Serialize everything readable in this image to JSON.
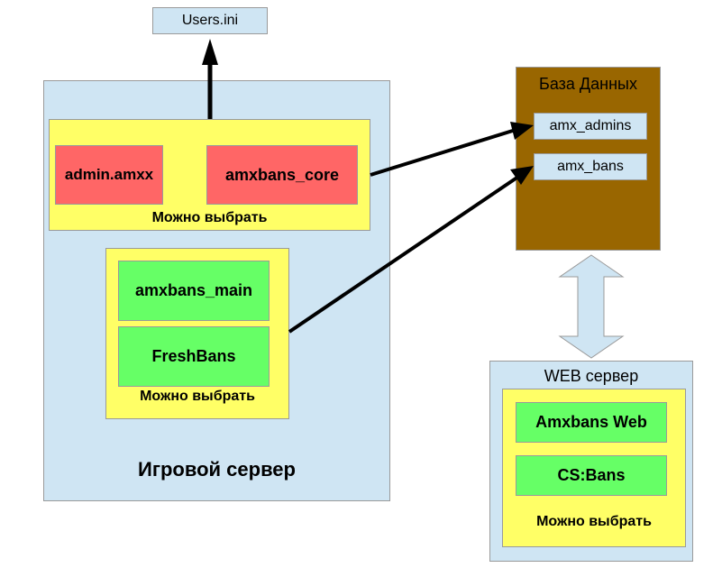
{
  "diagram": {
    "users_ini": "Users.ini",
    "game_server": {
      "title": "Игровой сервер",
      "group1": {
        "items": [
          "admin.amxx",
          "amxbans_core"
        ],
        "caption": "Можно выбрать"
      },
      "group2": {
        "items": [
          "amxbans_main",
          "FreshBans"
        ],
        "caption": "Можно выбрать"
      }
    },
    "database": {
      "title": "База Данных",
      "tables": [
        "amx_admins",
        "amx_bans"
      ]
    },
    "web_server": {
      "title": "WEB сервер",
      "items": [
        "Amxbans Web",
        "CS:Bans"
      ],
      "caption": "Можно выбрать"
    },
    "colors": {
      "container": "#cfe5f3",
      "choice_group": "#ffff66",
      "required_module": "#ff6666",
      "optional_module": "#66ff66",
      "database": "#996600"
    }
  }
}
